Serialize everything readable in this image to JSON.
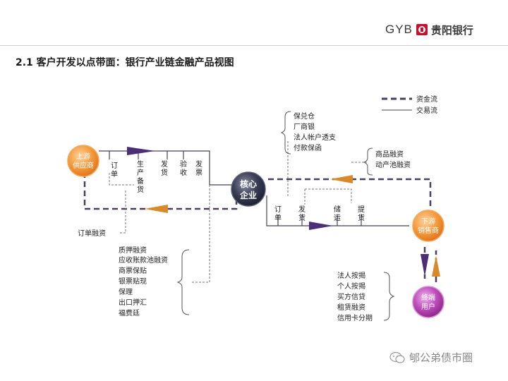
{
  "header": {
    "brand_code": "GYB",
    "brand_name": "贵阳银行",
    "title": "2.1 客户开发以点带面：银行产业链金融产品视图"
  },
  "legend": {
    "funds_flow": "资金流",
    "trade_flow": "交易流"
  },
  "nodes": {
    "upstream": [
      "上游",
      "供应商"
    ],
    "core": [
      "核心",
      "企业"
    ],
    "downstream": [
      "下游",
      "销售商"
    ],
    "end_user": [
      "终端",
      "用户"
    ]
  },
  "upper_steps": {
    "order": [
      "订",
      "单"
    ],
    "production": [
      "生",
      "产",
      "备",
      "货"
    ],
    "ship": [
      "发",
      "货"
    ],
    "inspect": [
      "验",
      "收"
    ],
    "invoice": [
      "发",
      "票"
    ]
  },
  "lower_steps": {
    "order": [
      "订",
      "单"
    ],
    "ship": [
      "发",
      "货"
    ],
    "storage": [
      "储",
      "运"
    ],
    "pickup": [
      "提",
      "货"
    ]
  },
  "products": {
    "order_financing": "订单融资",
    "upstream_list": [
      "质押融资",
      "应收账款池融资",
      "商票保贴",
      "银票贴现",
      "保理",
      "出口押汇",
      "福费廷"
    ],
    "core_list": [
      "保兑仓",
      "厂商银",
      "法人帐户透支",
      "付款保函"
    ],
    "downstream_list": [
      "商品融资",
      "动产池融资"
    ],
    "enduser_list": [
      "法人按揭",
      "个人按揭",
      "买方信贷",
      "租赁融资",
      "信用卡分期"
    ]
  },
  "watermark": "郇公弟债市圈",
  "colors": {
    "orange_node": "#f28c2a",
    "core_node": "#3a3f55",
    "purple_node": "#b23fb0",
    "arrow_purple": "#4b2e78",
    "arrow_orange": "#d88a2a",
    "line": "#4a3f5c"
  }
}
